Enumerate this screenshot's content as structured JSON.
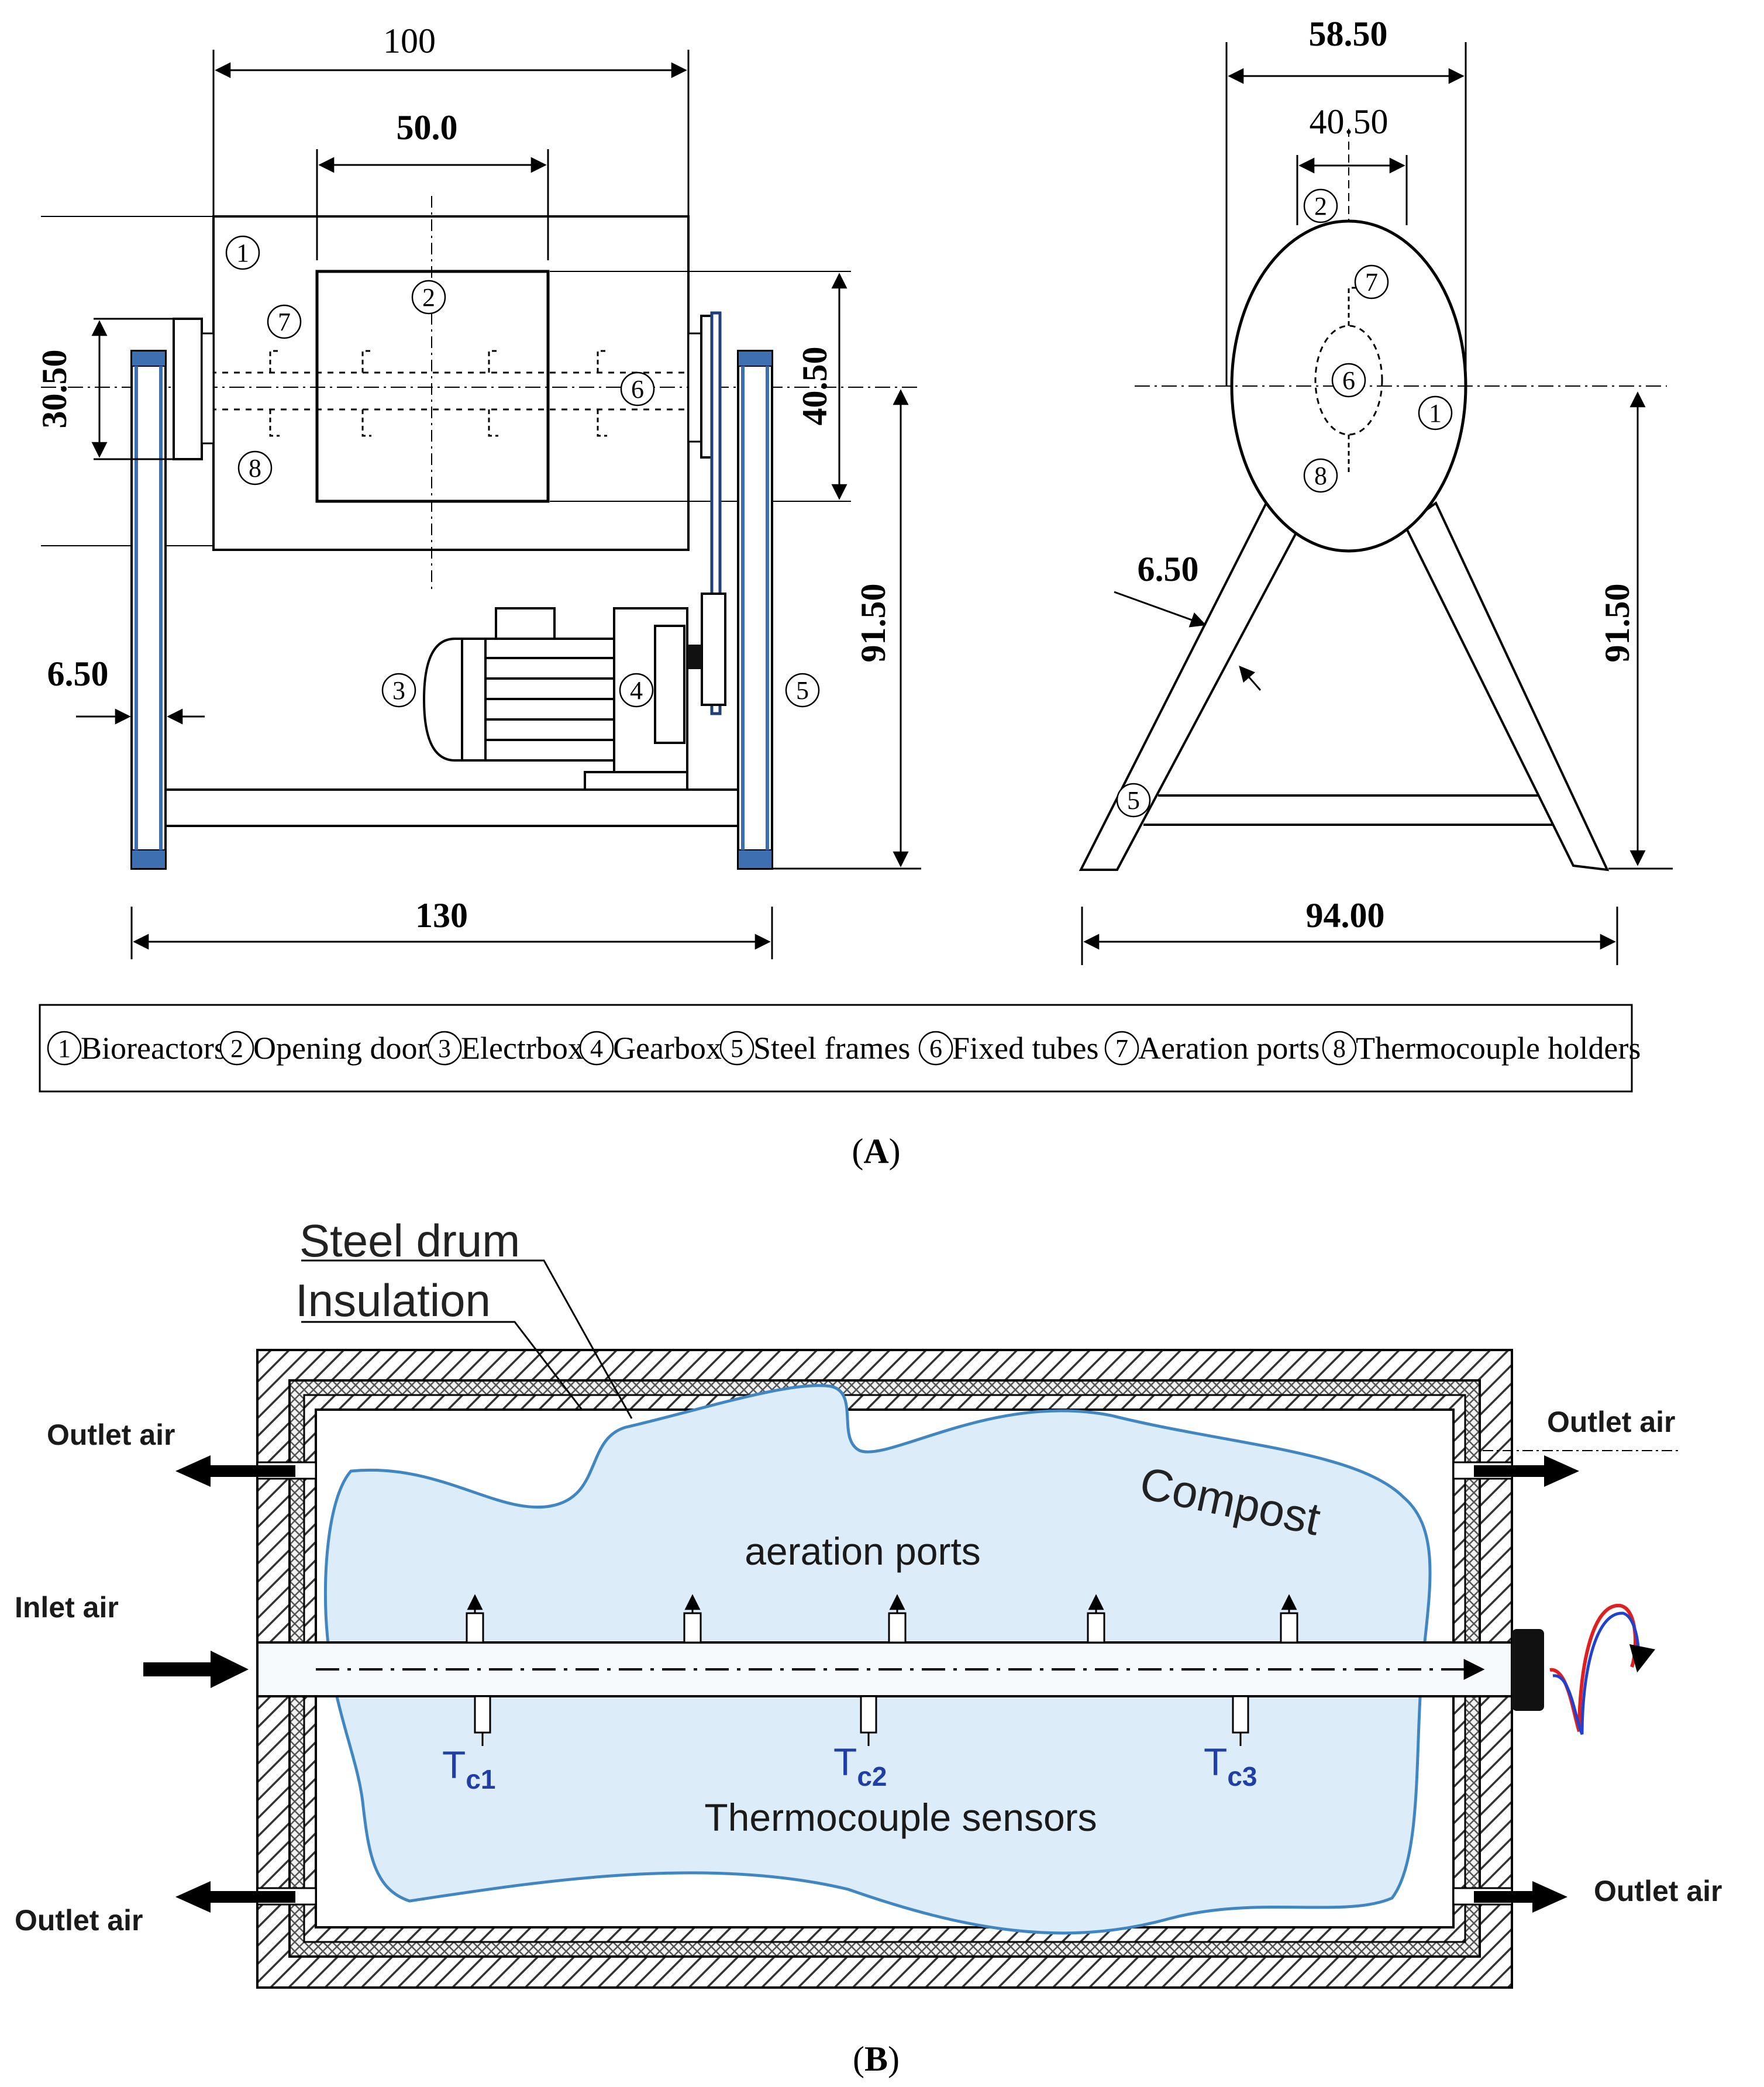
{
  "panel_a": {
    "label_open": "(",
    "label_letter": "A",
    "label_close": ")",
    "front_view": {
      "dim_top_overall": "100",
      "dim_door_width": "50.0",
      "dim_left_height": "30.50",
      "dim_door_height": "40.50",
      "dim_frame_height": "91.50",
      "dim_frame_thickness": "6.50",
      "dim_bottom_overall": "130"
    },
    "side_view": {
      "dim_top_overall": "58.50",
      "dim_door": "40.50",
      "dim_height": "91.50",
      "dim_leg_thickness": "6.50",
      "dim_base": "94.00"
    },
    "callout_numbers": [
      "1",
      "2",
      "3",
      "4",
      "5",
      "6",
      "7",
      "8"
    ],
    "legend": {
      "items": [
        {
          "num": "1",
          "label": "Bioreactors"
        },
        {
          "num": "2",
          "label": "Opening doors"
        },
        {
          "num": "3",
          "label": "Electrbox"
        },
        {
          "num": "4",
          "label": "Gearbox"
        },
        {
          "num": "5",
          "label": "Steel frames"
        },
        {
          "num": "6",
          "label": "Fixed tubes"
        },
        {
          "num": "7",
          "label": "Aeration ports"
        },
        {
          "num": "8",
          "label": "Thermocouple holders"
        }
      ]
    }
  },
  "panel_b": {
    "label_open": "(",
    "label_letter": "B",
    "label_close": ")",
    "steel_drum": "Steel drum",
    "insulation": "Insulation",
    "compost": "Compost",
    "aeration_ports": "aeration ports",
    "thermocouple_sensors": "Thermocouple sensors",
    "outlet_air_top_left": "Outlet air",
    "outlet_air_top_right": "Outlet air",
    "outlet_air_bottom_left": "Outlet air",
    "outlet_air_bottom_right": "Outlet air",
    "inlet_air": "Inlet air",
    "sensors": [
      {
        "main": "T",
        "sub": "c1"
      },
      {
        "main": "T",
        "sub": "c2"
      },
      {
        "main": "T",
        "sub": "c3"
      }
    ],
    "colors": {
      "compost_fill": "#dcecf8",
      "compost_stroke": "#3f86c2",
      "sensor_text": "#1f3fa6",
      "rotation_red": "#e02020",
      "rotation_blue": "#2040d0",
      "frame_blue": "#3e6fb0"
    }
  }
}
